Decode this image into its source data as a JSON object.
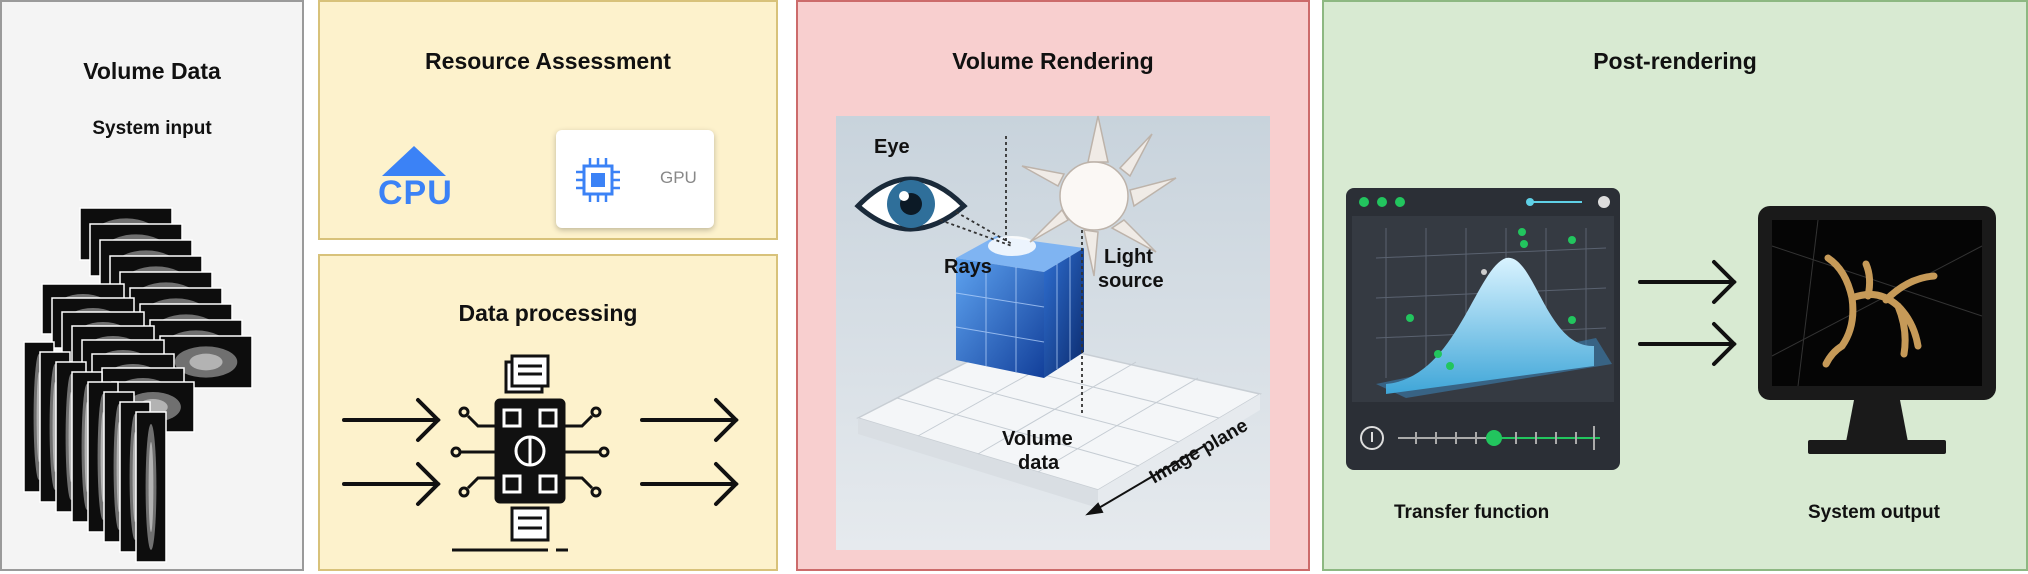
{
  "volume_data": {
    "title": "Volume Data",
    "subtitle": "System input"
  },
  "resource_assessment": {
    "title": "Resource Assessment",
    "cpu_label": "CPU",
    "gpu_label": "GPU"
  },
  "data_processing": {
    "title": "Data processing"
  },
  "volume_rendering": {
    "title": "Volume Rendering",
    "eye_label": "Eye",
    "rays_label": "Rays",
    "light_label_1": "Light",
    "light_label_2": "source",
    "volume_label_1": "Volume",
    "volume_label_2": "data",
    "plane_label": "Image plane"
  },
  "post_rendering": {
    "title": "Post-rendering",
    "transfer_label": "Transfer function",
    "output_label": "System output"
  },
  "colors": {
    "accent_blue": "#3b82f6",
    "green_dot": "#22c55e"
  }
}
